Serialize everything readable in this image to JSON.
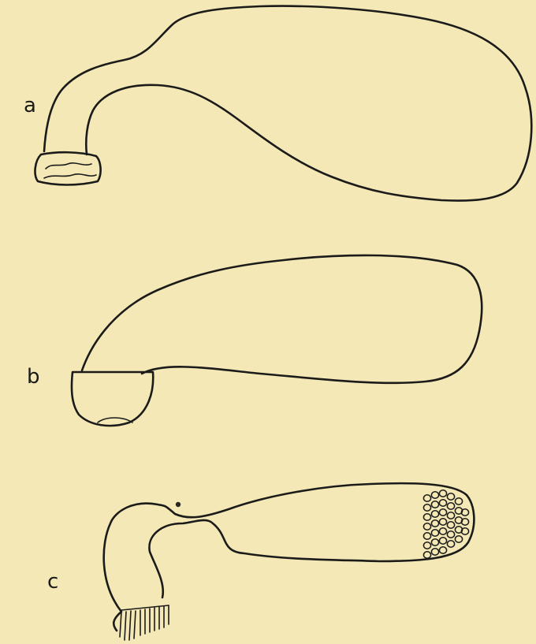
{
  "figures": [
    {
      "label": "a"
    },
    {
      "label": "b"
    },
    {
      "label": "c"
    }
  ],
  "colors": {
    "paper": "#f4e8b6",
    "ink": "#1b1b1a"
  }
}
